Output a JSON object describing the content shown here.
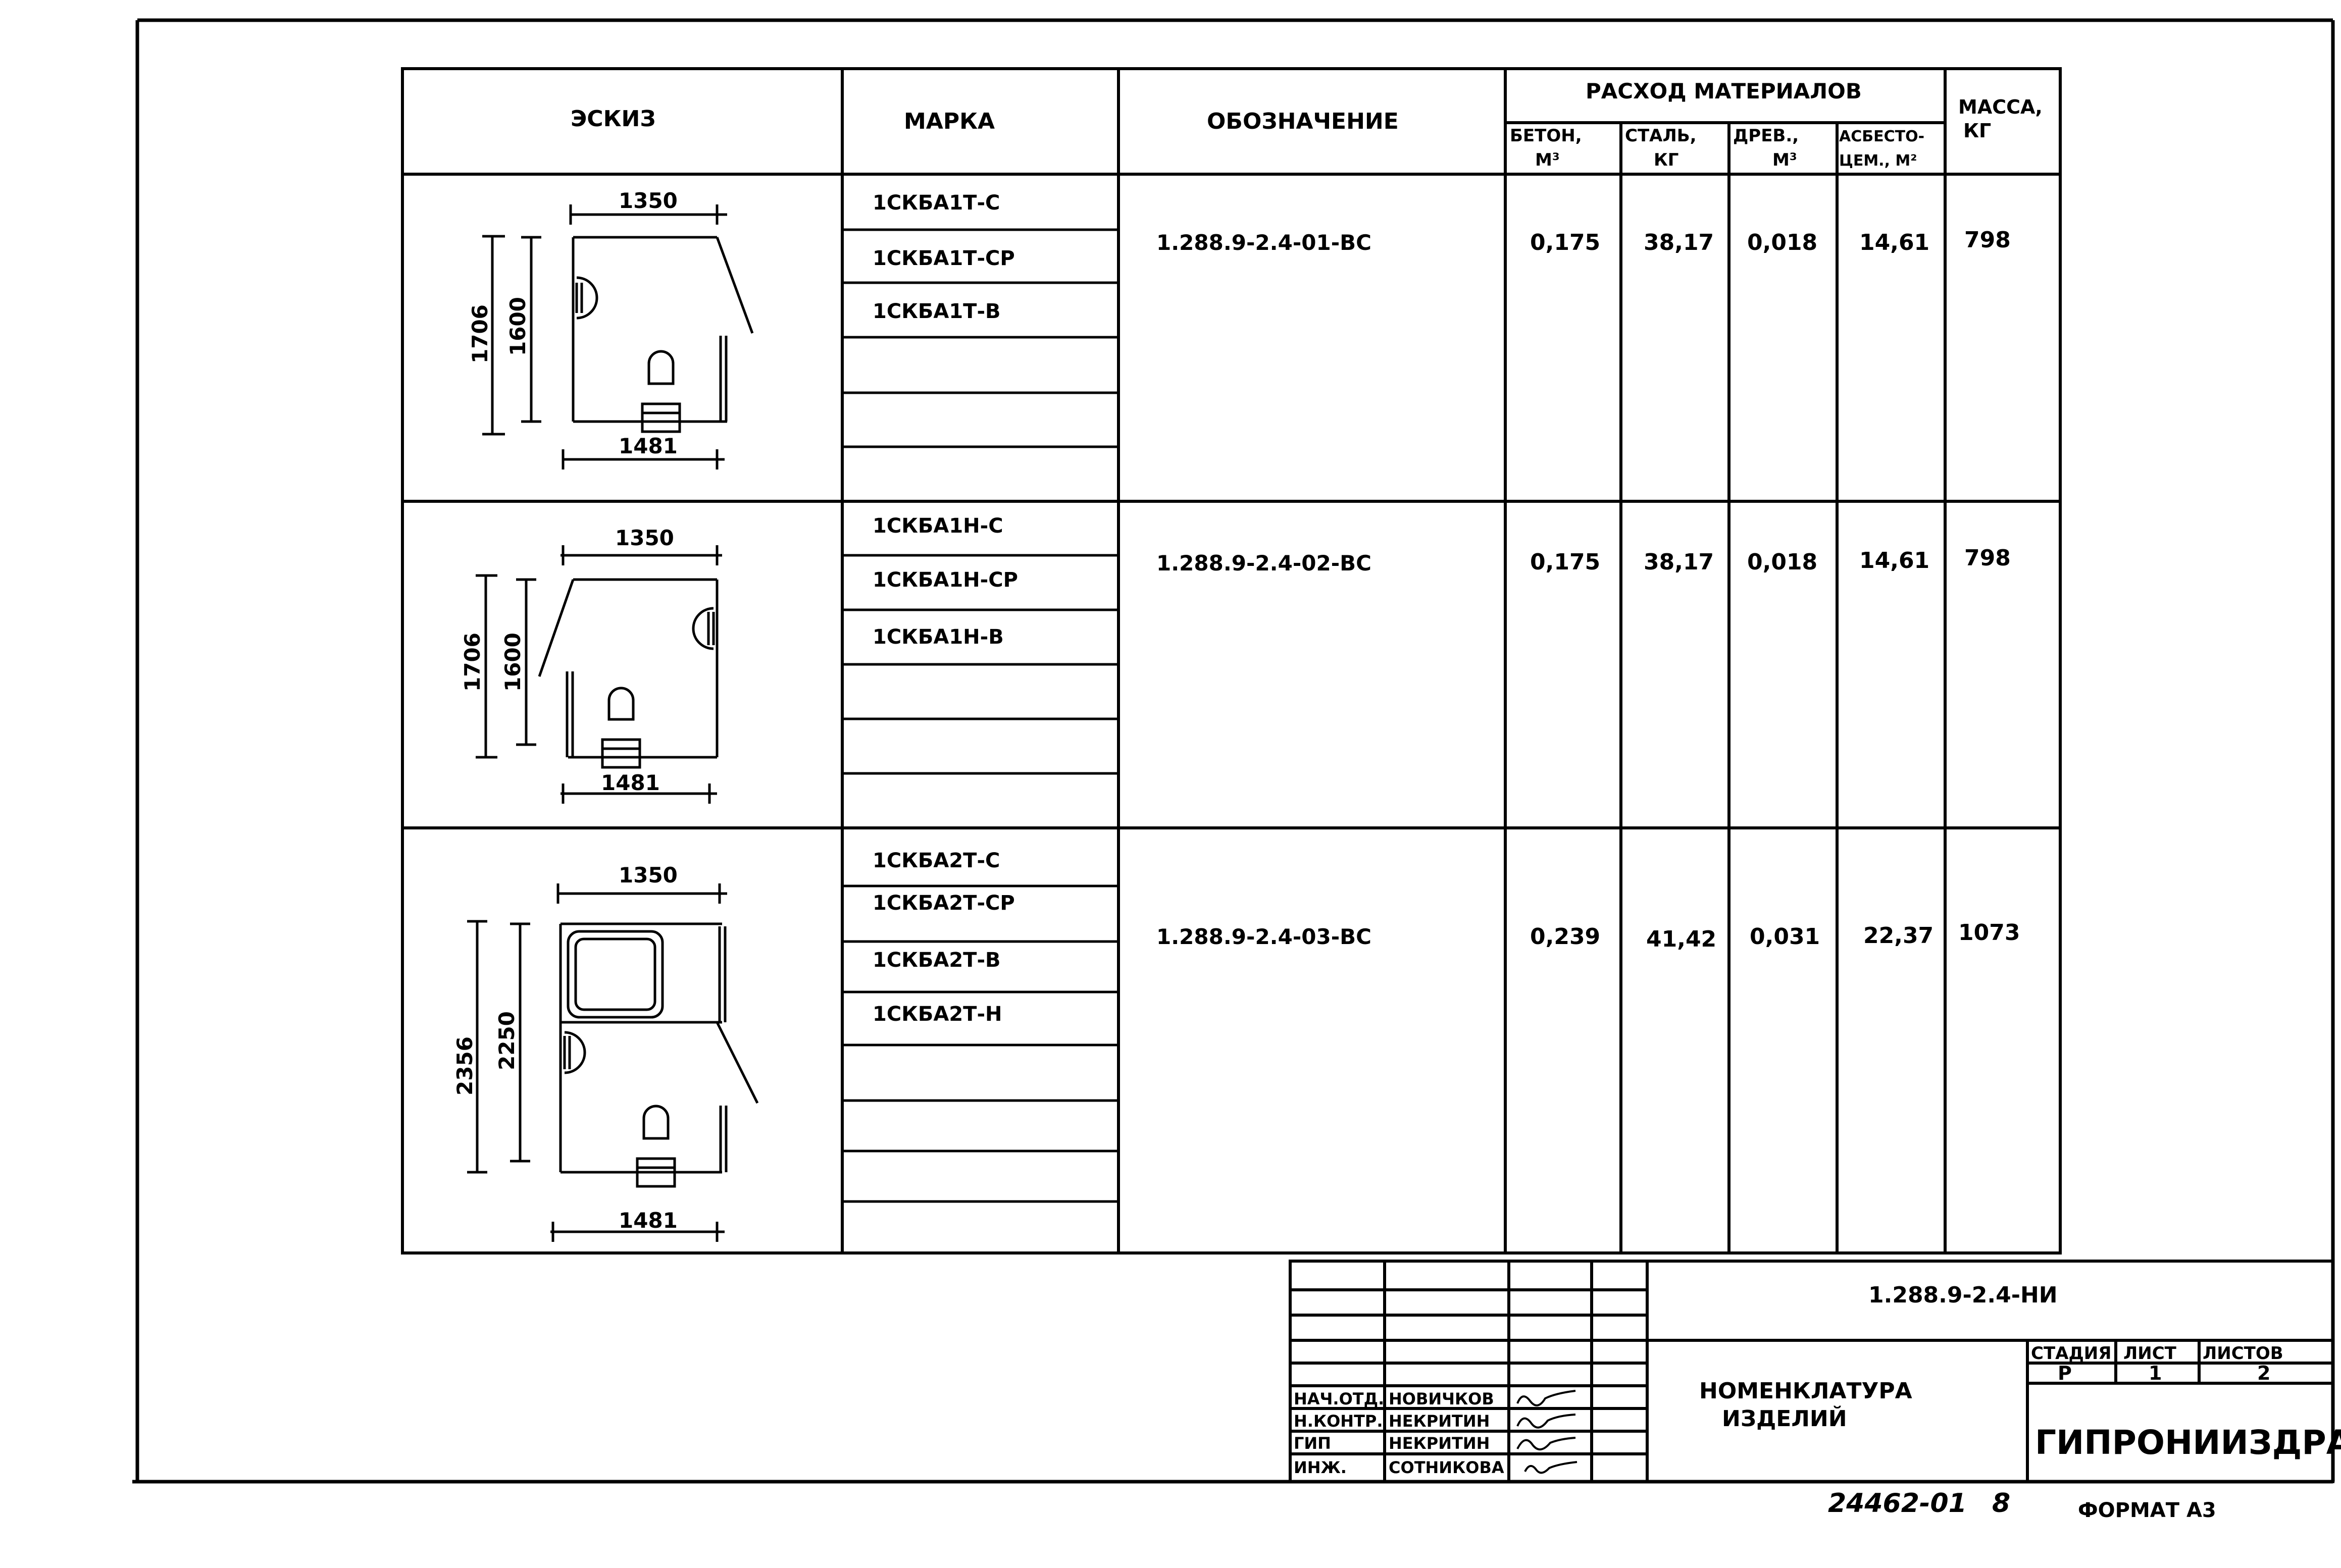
{
  "table": {
    "headers": {
      "sketch": "ЭСКИЗ",
      "mark": "МАРКА",
      "designation": "ОБОЗНАЧЕНИЕ",
      "materials": "РАСХОД  МАТЕРИАЛОВ",
      "concrete": "БЕТОН,",
      "concrete_unit": "М³",
      "steel": "СТАЛЬ,",
      "steel_unit": "КГ",
      "wood": "ДРЕВ.,",
      "wood_unit": "М³",
      "asbestos": "АСБЕСТО-",
      "asbestos_unit": "ЦЕМ., М²",
      "mass": "МАССА,",
      "mass_unit": "КГ"
    },
    "rows": [
      {
        "sketch": {
          "width_top": "1350",
          "width_bottom": "1481",
          "height_outer": "1706",
          "height_inner": "1600"
        },
        "marks": [
          "1СКБА1Т-С",
          "1СКБА1Т-СР",
          "1СКБА1Т-В"
        ],
        "designation": "1.288.9-2.4-01-ВС",
        "concrete": "0,175",
        "steel": "38,17",
        "wood": "0,018",
        "asbestos": "14,61",
        "mass": "798"
      },
      {
        "sketch": {
          "width_top": "1350",
          "width_bottom": "1481",
          "height_outer": "1706",
          "height_inner": "1600"
        },
        "marks": [
          "1СКБА1Н-С",
          "1СКБА1Н-СР",
          "1СКБА1Н-В"
        ],
        "designation": "1.288.9-2.4-02-ВС",
        "concrete": "0,175",
        "steel": "38,17",
        "wood": "0,018",
        "asbestos": "14,61",
        "mass": "798"
      },
      {
        "sketch": {
          "width_top": "1350",
          "width_bottom": "1481",
          "height_outer": "2356",
          "height_inner": "2250"
        },
        "marks": [
          "1СКБА2Т-С",
          "1СКБА2Т-СР",
          "1СКБА2Т-В",
          "1СКБА2Т-Н"
        ],
        "designation": "1.288.9-2.4-03-ВС",
        "concrete": "0,239",
        "steel": "41,42",
        "wood": "0,031",
        "asbestos": "22,37",
        "mass": "1073"
      }
    ]
  },
  "title_block": {
    "document_code": "1.288.9-2.4-НИ",
    "title_line1": "НОМЕНКЛАТУРА",
    "title_line2": "ИЗДЕЛИЙ",
    "stage_label": "СТАДИЯ",
    "sheet_label": "ЛИСТ",
    "sheets_label": "ЛИСТОВ",
    "stage": "Р",
    "sheet": "1",
    "sheets": "2",
    "organization": "ГИПРОНИИЗДРАВ",
    "staff": [
      {
        "role": "НАЧ.ОТД.",
        "name": "НОВИЧКОВ"
      },
      {
        "role": "Н.КОНТР.",
        "name": "НЕКРИТИН"
      },
      {
        "role": "ГИП",
        "name": "НЕКРИТИН"
      },
      {
        "role": "ИНЖ.",
        "name": "СОТНИКОВА"
      }
    ]
  },
  "footer": {
    "inventory_number": "24462-01",
    "page_number": "8",
    "format": "ФОРМАТ А3"
  }
}
